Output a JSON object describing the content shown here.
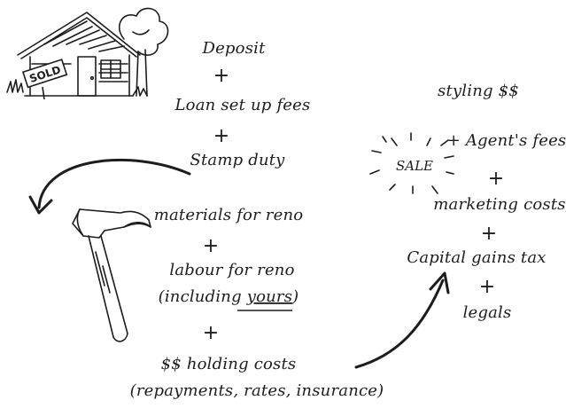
{
  "house": {
    "sign_text": "SOLD"
  },
  "purchase_costs": {
    "deposit": "Deposit",
    "loan_fees": "Loan set up fees",
    "stamp_duty": "Stamp duty",
    "separators": [
      "+",
      "+"
    ]
  },
  "renovation_costs": {
    "materials": "materials for reno",
    "labour": "labour for reno",
    "including_prefix": "(including ",
    "including_emphasis": "yours",
    "including_suffix": ")",
    "holding": "$$ holding costs",
    "holding_detail": "(repayments, rates, insurance)",
    "separators": [
      "+",
      "+"
    ]
  },
  "sale_costs": {
    "sale_label": "SALE",
    "styling": "styling $$",
    "agents_fees": "+ Agent's fees",
    "marketing": "marketing costs",
    "capital_gains": "Capital gains tax",
    "legals": "legals",
    "separators": [
      "+",
      "+",
      "+"
    ]
  },
  "colors": {
    "ink": "#1d1d1d",
    "background": "#ffffff"
  }
}
